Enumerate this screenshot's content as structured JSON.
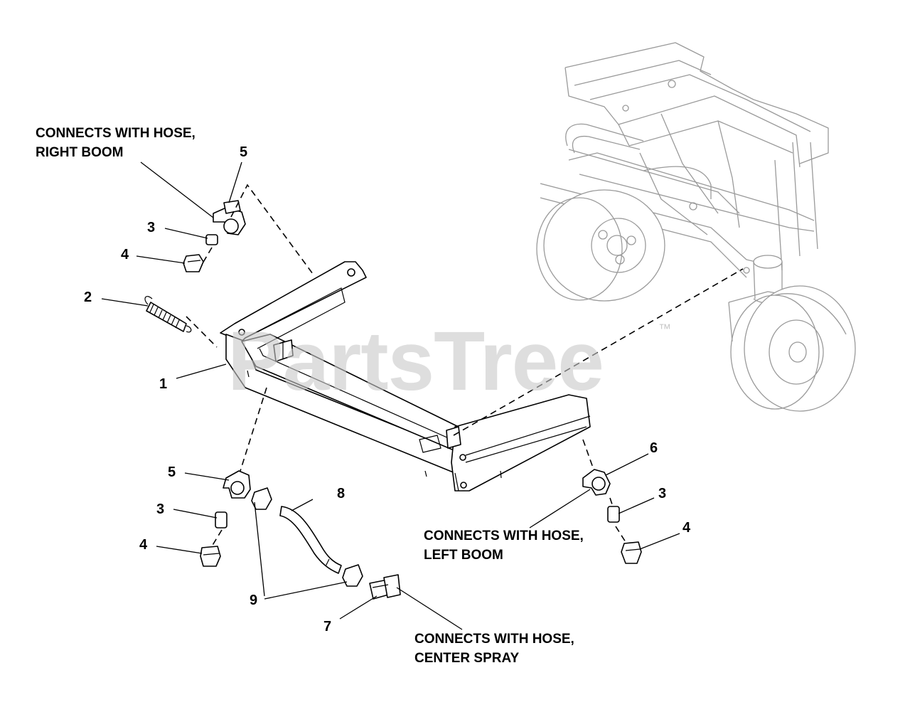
{
  "watermark": {
    "text": "PartsTree",
    "trademark": "™"
  },
  "callouts": {
    "c1": "1",
    "c2": "2",
    "c3_top": "3",
    "c4_top": "4",
    "c5_top": "5",
    "c5_bottom": "5",
    "c3_left": "3",
    "c4_left": "4",
    "c6": "6",
    "c3_right": "3",
    "c4_right": "4",
    "c7": "7",
    "c8": "8",
    "c9": "9"
  },
  "notes": {
    "right_boom": [
      "CONNECTS WITH HOSE,",
      "RIGHT BOOM"
    ],
    "left_boom": [
      "CONNECTS WITH HOSE,",
      "LEFT BOOM"
    ],
    "center_spray": [
      "CONNECTS WITH HOSE,",
      "CENTER SPRAY"
    ]
  }
}
